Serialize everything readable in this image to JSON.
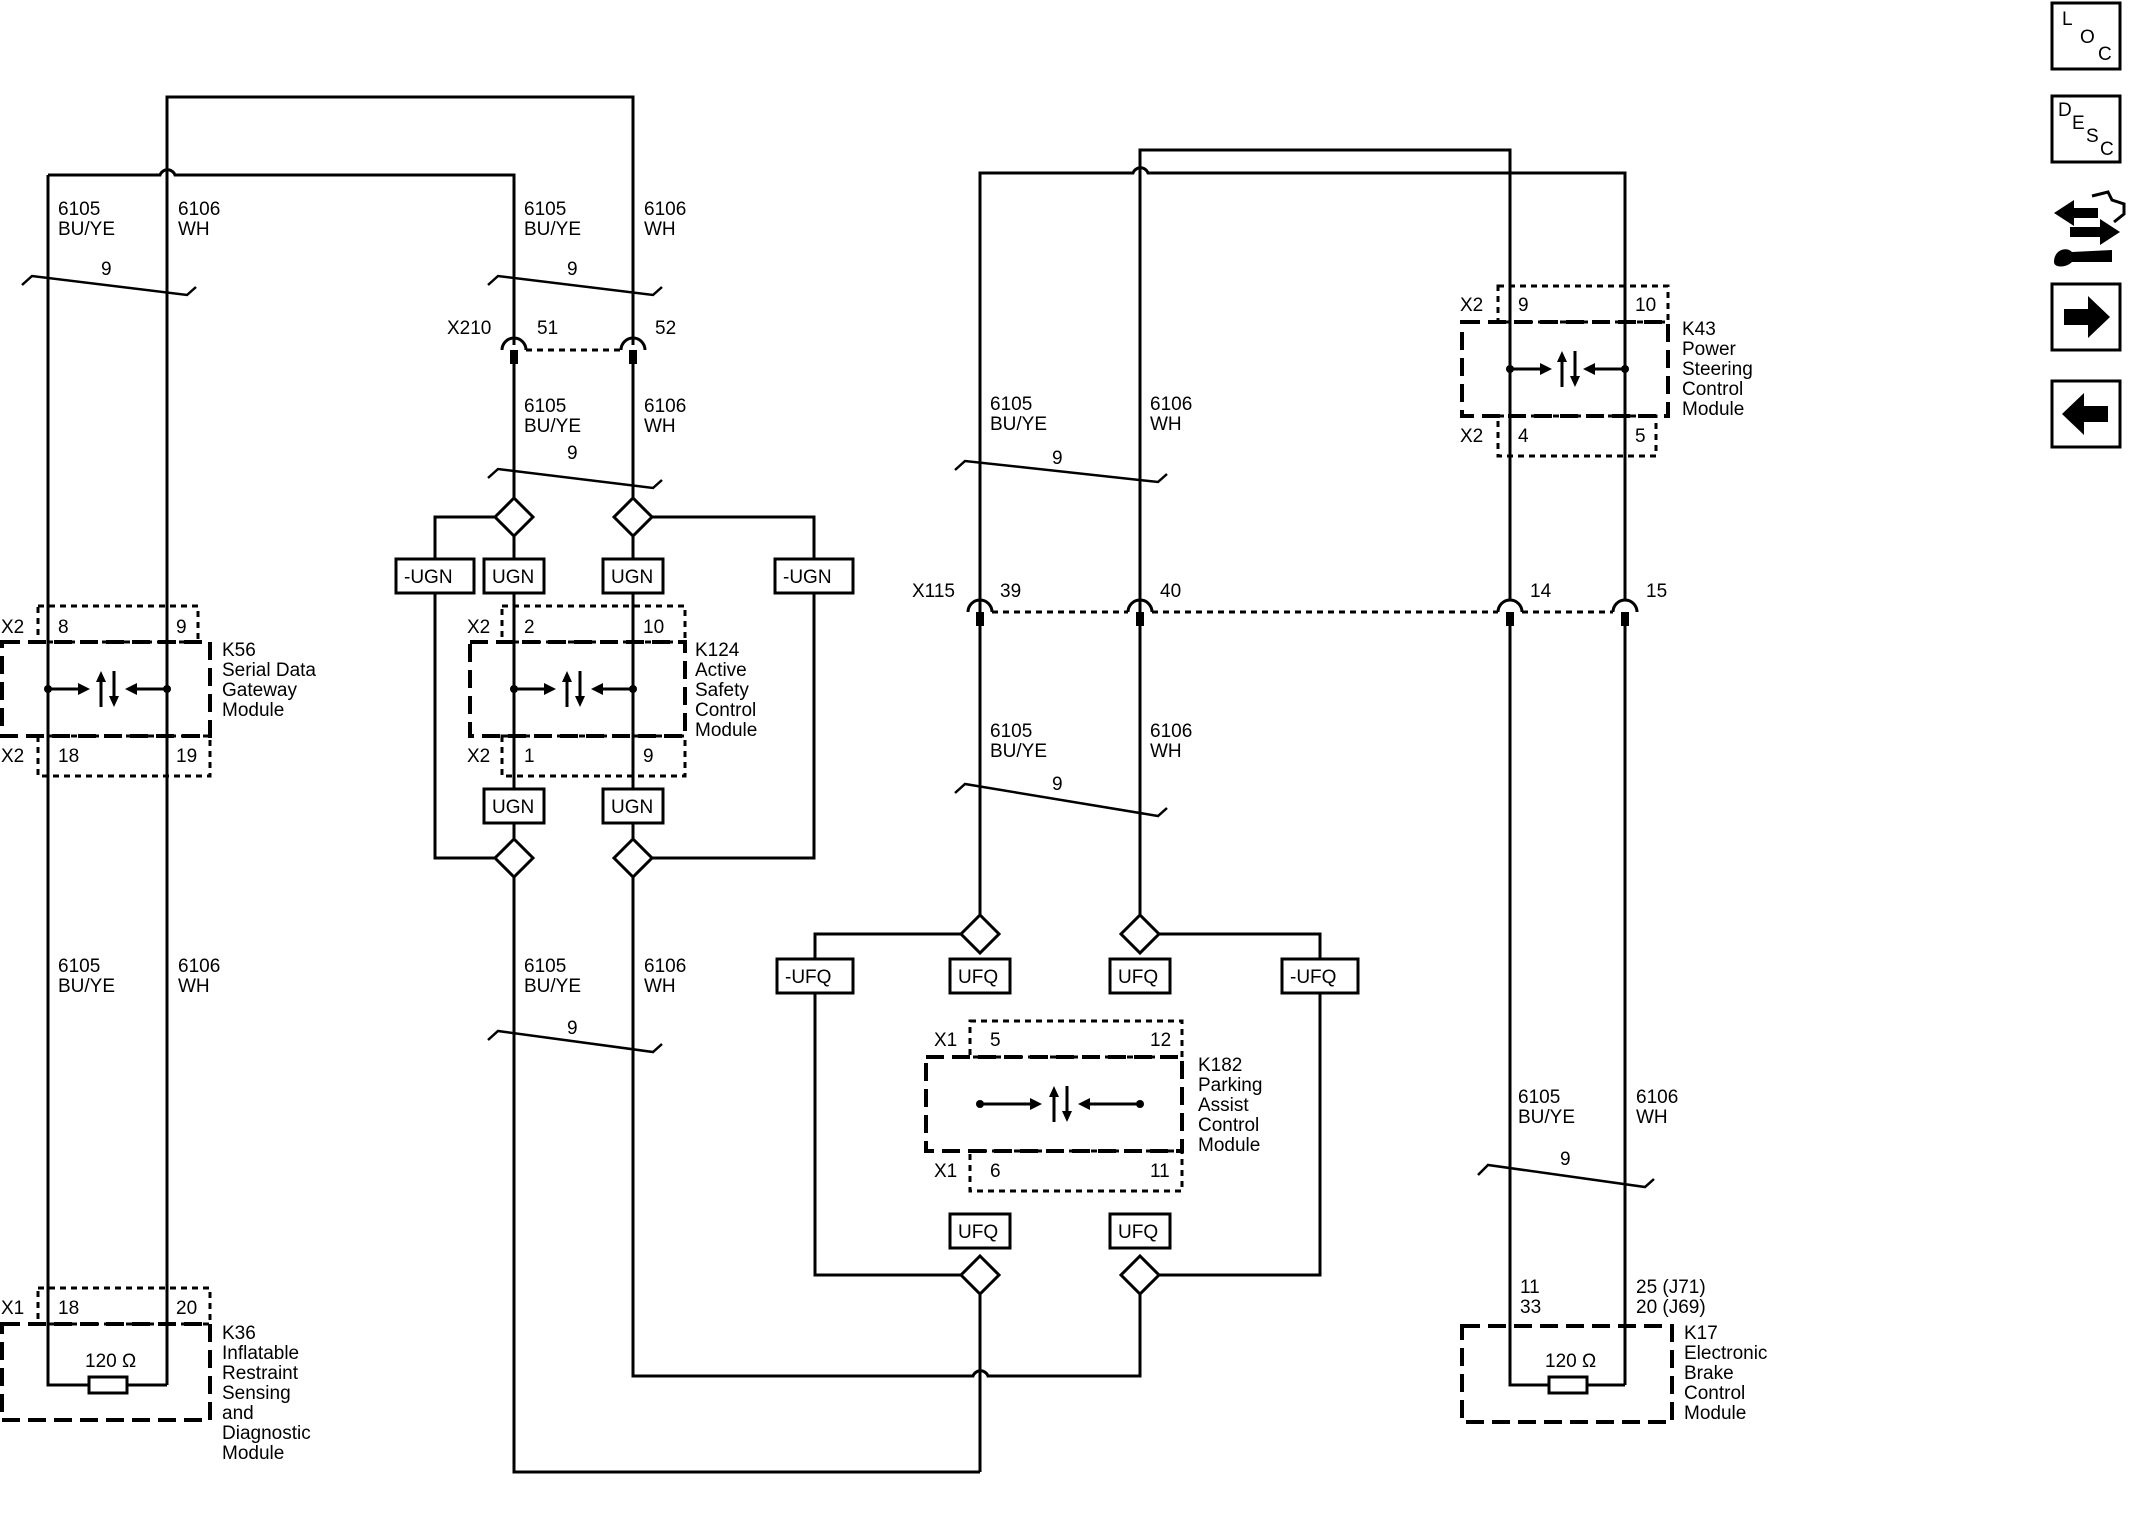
{
  "wires": {
    "w6105": "6105",
    "w6106": "6106",
    "color_buye": "BU/YE",
    "color_wh": "WH",
    "twist": "9"
  },
  "connectors": {
    "x210": "X210",
    "x210_pin1": "51",
    "x210_pin2": "52",
    "x115": "X115",
    "x115_pins": [
      "39",
      "40",
      "14",
      "15"
    ]
  },
  "splices": {
    "ugn": "UGN",
    "neg_ugn": "-UGN",
    "ufq": "UFQ",
    "neg_ufq": "-UFQ"
  },
  "modules": {
    "k56": {
      "lines": [
        "K56",
        "Serial Data",
        "Gateway",
        "Module"
      ],
      "top_conn": "X2",
      "top_pins": [
        "8",
        "9"
      ],
      "bot_conn": "X2",
      "bot_pins": [
        "18",
        "19"
      ]
    },
    "k124": {
      "lines": [
        "K124",
        "Active",
        "Safety",
        "Control",
        "Module"
      ],
      "top_conn": "X2",
      "top_pins": [
        "2",
        "10"
      ],
      "bot_conn": "X2",
      "bot_pins": [
        "1",
        "9"
      ]
    },
    "k43": {
      "lines": [
        "K43",
        "Power",
        "Steering",
        "Control",
        "Module"
      ],
      "top_conn": "X2",
      "top_pins": [
        "9",
        "10"
      ],
      "bot_conn": "X2",
      "bot_pins": [
        "4",
        "5"
      ]
    },
    "k182": {
      "lines": [
        "K182",
        "Parking",
        "Assist",
        "Control",
        "Module"
      ],
      "top_conn": "X1",
      "top_pins": [
        "5",
        "12"
      ],
      "bot_conn": "X1",
      "bot_pins": [
        "6",
        "11"
      ]
    },
    "k36": {
      "lines": [
        "K36",
        "Inflatable",
        "Restraint",
        "Sensing",
        "and",
        "Diagnostic",
        "Module"
      ],
      "conn": "X1",
      "pins": [
        "18",
        "20"
      ],
      "resistor": "120 Ω"
    },
    "k17": {
      "lines": [
        "K17",
        "Electronic",
        "Brake",
        "Control",
        "Module"
      ],
      "pins_left": [
        "11",
        "33"
      ],
      "pins_right": [
        "25 (J71)",
        "20 (J69)"
      ],
      "resistor": "120 Ω"
    }
  },
  "nav": {
    "loc_l": "L",
    "loc_o": "O",
    "loc_c": "C",
    "desc_d": "D",
    "desc_e": "E",
    "desc_s": "S",
    "desc_c": "C"
  }
}
